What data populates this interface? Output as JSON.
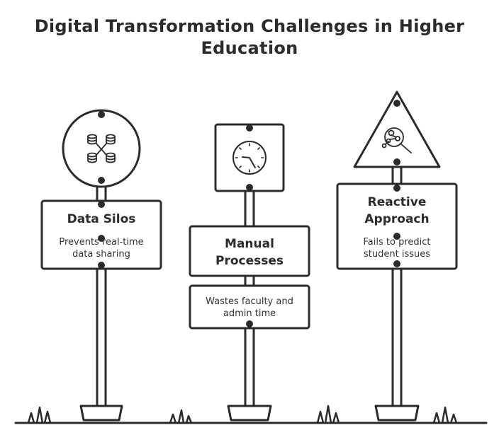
{
  "title": "Digital Transformation Challenges in Higher Education",
  "signs": [
    {
      "title": "Data Silos",
      "description": "Prevents real-time data sharing",
      "icon": "database-network-icon",
      "shape": "circle"
    },
    {
      "title": "Manual Processes",
      "description": "Wastes faculty and admin time",
      "icon": "clock-icon",
      "shape": "square"
    },
    {
      "title": "Reactive Approach",
      "description": "Fails to predict student issues",
      "icon": "magnifier-network-icon",
      "shape": "triangle"
    }
  ],
  "colors": {
    "stroke": "#2b2b2b",
    "fill": "#ffffff"
  }
}
